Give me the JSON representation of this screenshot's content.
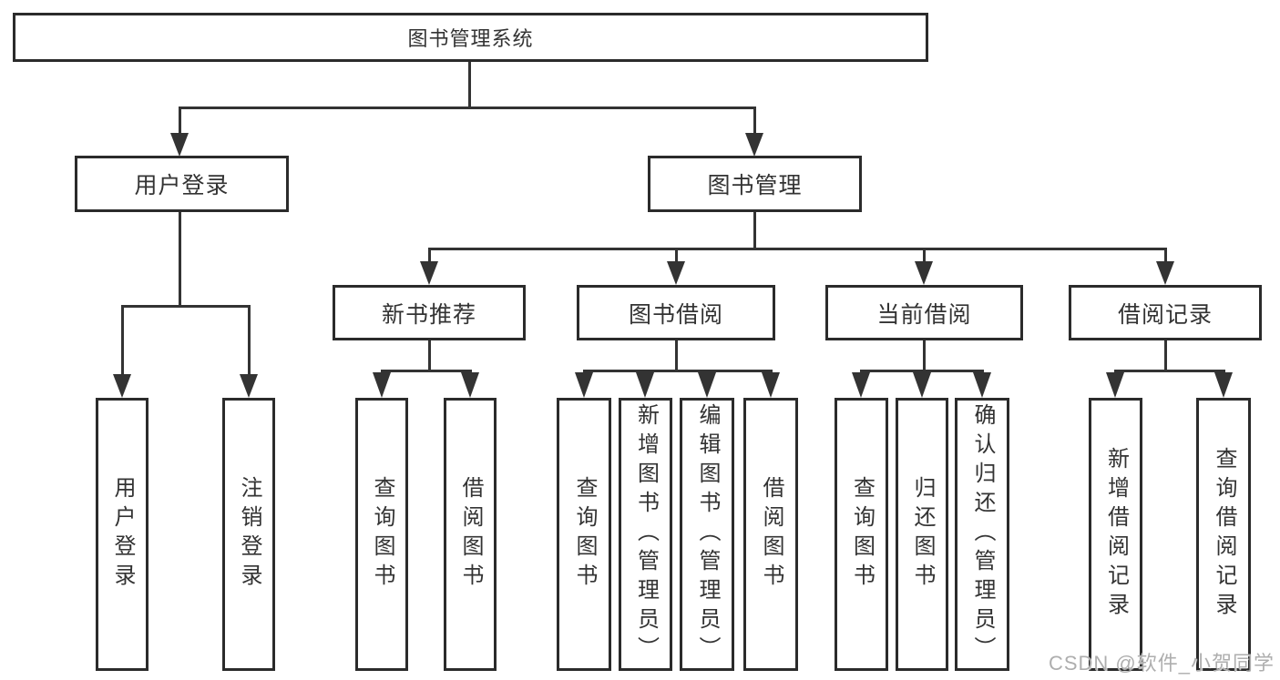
{
  "colors": {
    "line": "#333333",
    "box_border": "#2b2b2b",
    "box_fill": "#ffffff",
    "text": "#333333",
    "watermark_text": "#aeaeae"
  },
  "watermark": "CSDN @软件_小贺同学",
  "nodes": {
    "root": "图书管理系统",
    "user_login_group": "用户登录",
    "book_management": "图书管理",
    "user_login": "用户登录",
    "logout_login": "注销登录",
    "new_book_recommend": "新书推荐",
    "book_borrowing": "图书借阅",
    "current_borrowing": "当前借阅",
    "borrowing_records": "借阅记录",
    "recommend_query_books": "查询图书",
    "recommend_borrow_books": "借阅图书",
    "borrowing_query_books": "查询图书",
    "borrowing_add_books": "新增图书（管理员）",
    "borrowing_edit_books": "编辑图书（管理员）",
    "borrowing_borrow_books": "借阅图书",
    "current_query_books": "查询图书",
    "current_return_books": "归还图书",
    "current_confirm_return": "确认归还（管理员）",
    "records_add_record": "新增借阅记录",
    "records_query_record": "查询借阅记录"
  }
}
